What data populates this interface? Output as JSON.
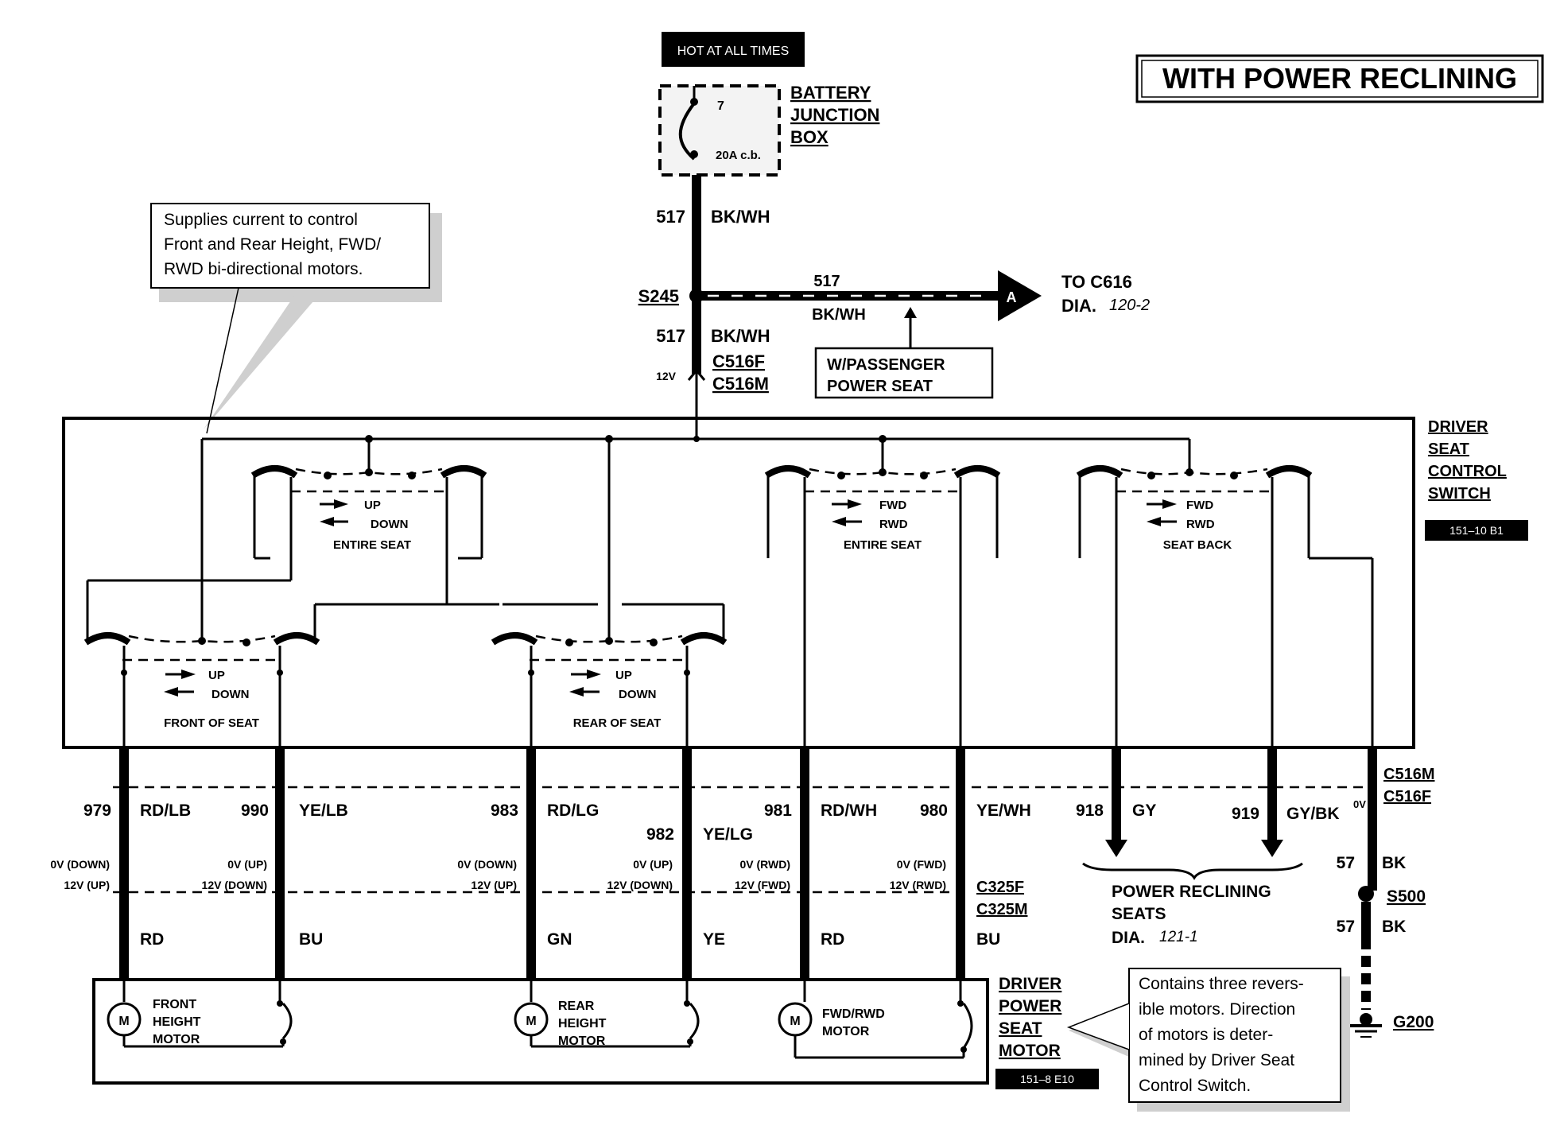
{
  "title": "WITH POWER RECLINING",
  "power_source": {
    "hot_label": "HOT AT ALL TIMES",
    "fuse_number": "7",
    "fuse_rating": "20A c.b.",
    "box_label": [
      "BATTERY",
      "JUNCTION",
      "BOX"
    ]
  },
  "feed": {
    "circuit_top": "517",
    "color_top": "BK/WH",
    "splice": "S245",
    "circuit_branch": "517",
    "color_branch": "BK/WH",
    "branch_dest_letter": "A",
    "branch_dest": "TO C616",
    "branch_dest_dia": "DIA.",
    "branch_dest_page": "120-2",
    "branch_condition": [
      "W/PASSENGER",
      "POWER SEAT"
    ],
    "circuit_bottom": "517",
    "color_bottom": "BK/WH",
    "voltage": "12V",
    "connector_f": "C516F",
    "connector_m": "C516M"
  },
  "callout_top": [
    "Supplies current to control",
    "Front and Rear Height, FWD/",
    "RWD bi-directional motors."
  ],
  "switch": {
    "label": [
      "DRIVER",
      "SEAT",
      "CONTROL",
      "SWITCH"
    ],
    "ref": "151–10 B1",
    "sections": [
      {
        "up": "UP",
        "down": "DOWN",
        "name": "ENTIRE SEAT"
      },
      {
        "up": "FWD",
        "down": "RWD",
        "name": "ENTIRE SEAT"
      },
      {
        "up": "FWD",
        "down": "RWD",
        "name": "SEAT BACK"
      },
      {
        "up": "UP",
        "down": "DOWN",
        "name": "FRONT OF SEAT"
      },
      {
        "up": "UP",
        "down": "DOWN",
        "name": "REAR OF SEAT"
      }
    ]
  },
  "connectors_switch": [
    "C516M",
    "C516F"
  ],
  "connectors_motor": [
    "C325F",
    "C325M"
  ],
  "wires": [
    {
      "circuit": "979",
      "color": "RD/LB",
      "v1": "0V (DOWN)",
      "v2": "12V (UP)",
      "motor_color": "RD"
    },
    {
      "circuit": "990",
      "color": "YE/LB",
      "v1": "0V (UP)",
      "v2": "12V (DOWN)",
      "motor_color": "BU"
    },
    {
      "circuit": "983",
      "color": "RD/LG",
      "v1": "0V (DOWN)",
      "v2": "12V (UP)",
      "motor_color": "GN"
    },
    {
      "circuit": "982",
      "color": "YE/LG",
      "v1": "0V (UP)",
      "v2": "12V (DOWN)",
      "motor_color": "YE"
    },
    {
      "circuit": "981",
      "color": "RD/WH",
      "v1": "0V (RWD)",
      "v2": "12V (FWD)",
      "motor_color": "RD"
    },
    {
      "circuit": "980",
      "color": "YE/WH",
      "v1": "0V (FWD)",
      "v2": "12V (RWD)",
      "motor_color": "BU"
    },
    {
      "circuit": "918",
      "color": "GY"
    },
    {
      "circuit": "919",
      "color": "GY/BK",
      "volt": "0V"
    }
  ],
  "recliner": {
    "label": [
      "POWER RECLINING",
      "SEATS"
    ],
    "dia": "DIA.",
    "page": "121-1"
  },
  "ground": {
    "circuit1": "57",
    "color1": "BK",
    "splice": "S500",
    "circuit2": "57",
    "color2": "BK",
    "ground": "G200"
  },
  "motors": [
    {
      "symbol": "M",
      "label": [
        "FRONT",
        "HEIGHT",
        "MOTOR"
      ]
    },
    {
      "symbol": "M",
      "label": [
        "REAR",
        "HEIGHT",
        "MOTOR"
      ]
    },
    {
      "symbol": "M",
      "label": [
        "FWD/RWD",
        "MOTOR"
      ]
    }
  ],
  "motor_box": {
    "label": [
      "DRIVER",
      "POWER",
      "SEAT",
      "MOTOR"
    ],
    "ref": "151–8 E10"
  },
  "callout_bottom": [
    "Contains three revers-",
    "ible motors.  Direction",
    "of motors is deter-",
    "mined by Driver Seat",
    "Control Switch."
  ]
}
